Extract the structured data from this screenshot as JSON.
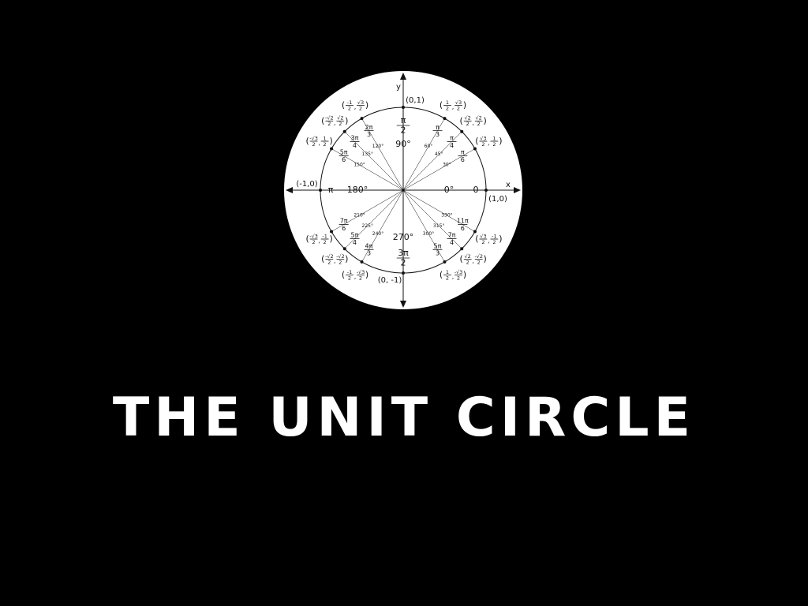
{
  "title": "THE UNIT CIRCLE",
  "diagram": {
    "axis_x_label": "x",
    "axis_y_label": "y",
    "colors": {
      "disc": "#ffffff",
      "ink": "#111111",
      "background": "#000000"
    },
    "points": [
      {
        "deg": 0,
        "degLabel": "0°",
        "rad": [
          "0"
        ],
        "coord": [
          "(1,0)"
        ]
      },
      {
        "deg": 30,
        "degLabel": "30°",
        "rad": [
          "π",
          "6"
        ],
        "coord": [
          "(",
          "√3",
          "2",
          ",",
          "1",
          "2",
          ")"
        ]
      },
      {
        "deg": 45,
        "degLabel": "45°",
        "rad": [
          "π",
          "4"
        ],
        "coord": [
          "(",
          "√2",
          "2",
          ",",
          "√2",
          "2",
          ")"
        ]
      },
      {
        "deg": 60,
        "degLabel": "60°",
        "rad": [
          "π",
          "3"
        ],
        "coord": [
          "(",
          "1",
          "2",
          ",",
          "√3",
          "2",
          ")"
        ]
      },
      {
        "deg": 90,
        "degLabel": "90°",
        "rad": [
          "π",
          "2"
        ],
        "coord": [
          "(0,1)"
        ]
      },
      {
        "deg": 120,
        "degLabel": "120°",
        "rad": [
          "2π",
          "3"
        ],
        "coord": [
          "(",
          "-1",
          "2",
          ",",
          "√3",
          "2",
          ")"
        ]
      },
      {
        "deg": 135,
        "degLabel": "135°",
        "rad": [
          "3π",
          "4"
        ],
        "coord": [
          "(",
          "-√2",
          "2",
          ",",
          "√2",
          "2",
          ")"
        ]
      },
      {
        "deg": 150,
        "degLabel": "150°",
        "rad": [
          "5π",
          "6"
        ],
        "coord": [
          "(",
          "-√3",
          "2",
          ",",
          "1",
          "2",
          ")"
        ]
      },
      {
        "deg": 180,
        "degLabel": "180°",
        "rad": [
          "π"
        ],
        "coord": [
          "(-1,0)"
        ]
      },
      {
        "deg": 210,
        "degLabel": "210°",
        "rad": [
          "7π",
          "6"
        ],
        "coord": [
          "(",
          "-√3",
          "2",
          ",",
          "-1",
          "2",
          ")"
        ]
      },
      {
        "deg": 225,
        "degLabel": "225°",
        "rad": [
          "5π",
          "4"
        ],
        "coord": [
          "(",
          "-√2",
          "2",
          ",",
          "-√2",
          "2",
          ")"
        ]
      },
      {
        "deg": 240,
        "degLabel": "240°",
        "rad": [
          "4π",
          "3"
        ],
        "coord": [
          "(",
          "-1",
          "2",
          ",",
          "-√3",
          "2",
          ")"
        ]
      },
      {
        "deg": 270,
        "degLabel": "270°",
        "rad": [
          "3π",
          "2"
        ],
        "coord": [
          "(0, -1)"
        ]
      },
      {
        "deg": 300,
        "degLabel": "300°",
        "rad": [
          "5π",
          "3"
        ],
        "coord": [
          "(",
          "1",
          "2",
          ",",
          "-√3",
          "2",
          ")"
        ]
      },
      {
        "deg": 315,
        "degLabel": "315°",
        "rad": [
          "7π",
          "4"
        ],
        "coord": [
          "(",
          "√2",
          "2",
          ",",
          "-√2",
          "2",
          ")"
        ]
      },
      {
        "deg": 330,
        "degLabel": "330°",
        "rad": [
          "11π",
          "6"
        ],
        "coord": [
          "(",
          "√3",
          "2",
          ",",
          "-1",
          "2",
          ")"
        ]
      }
    ]
  }
}
